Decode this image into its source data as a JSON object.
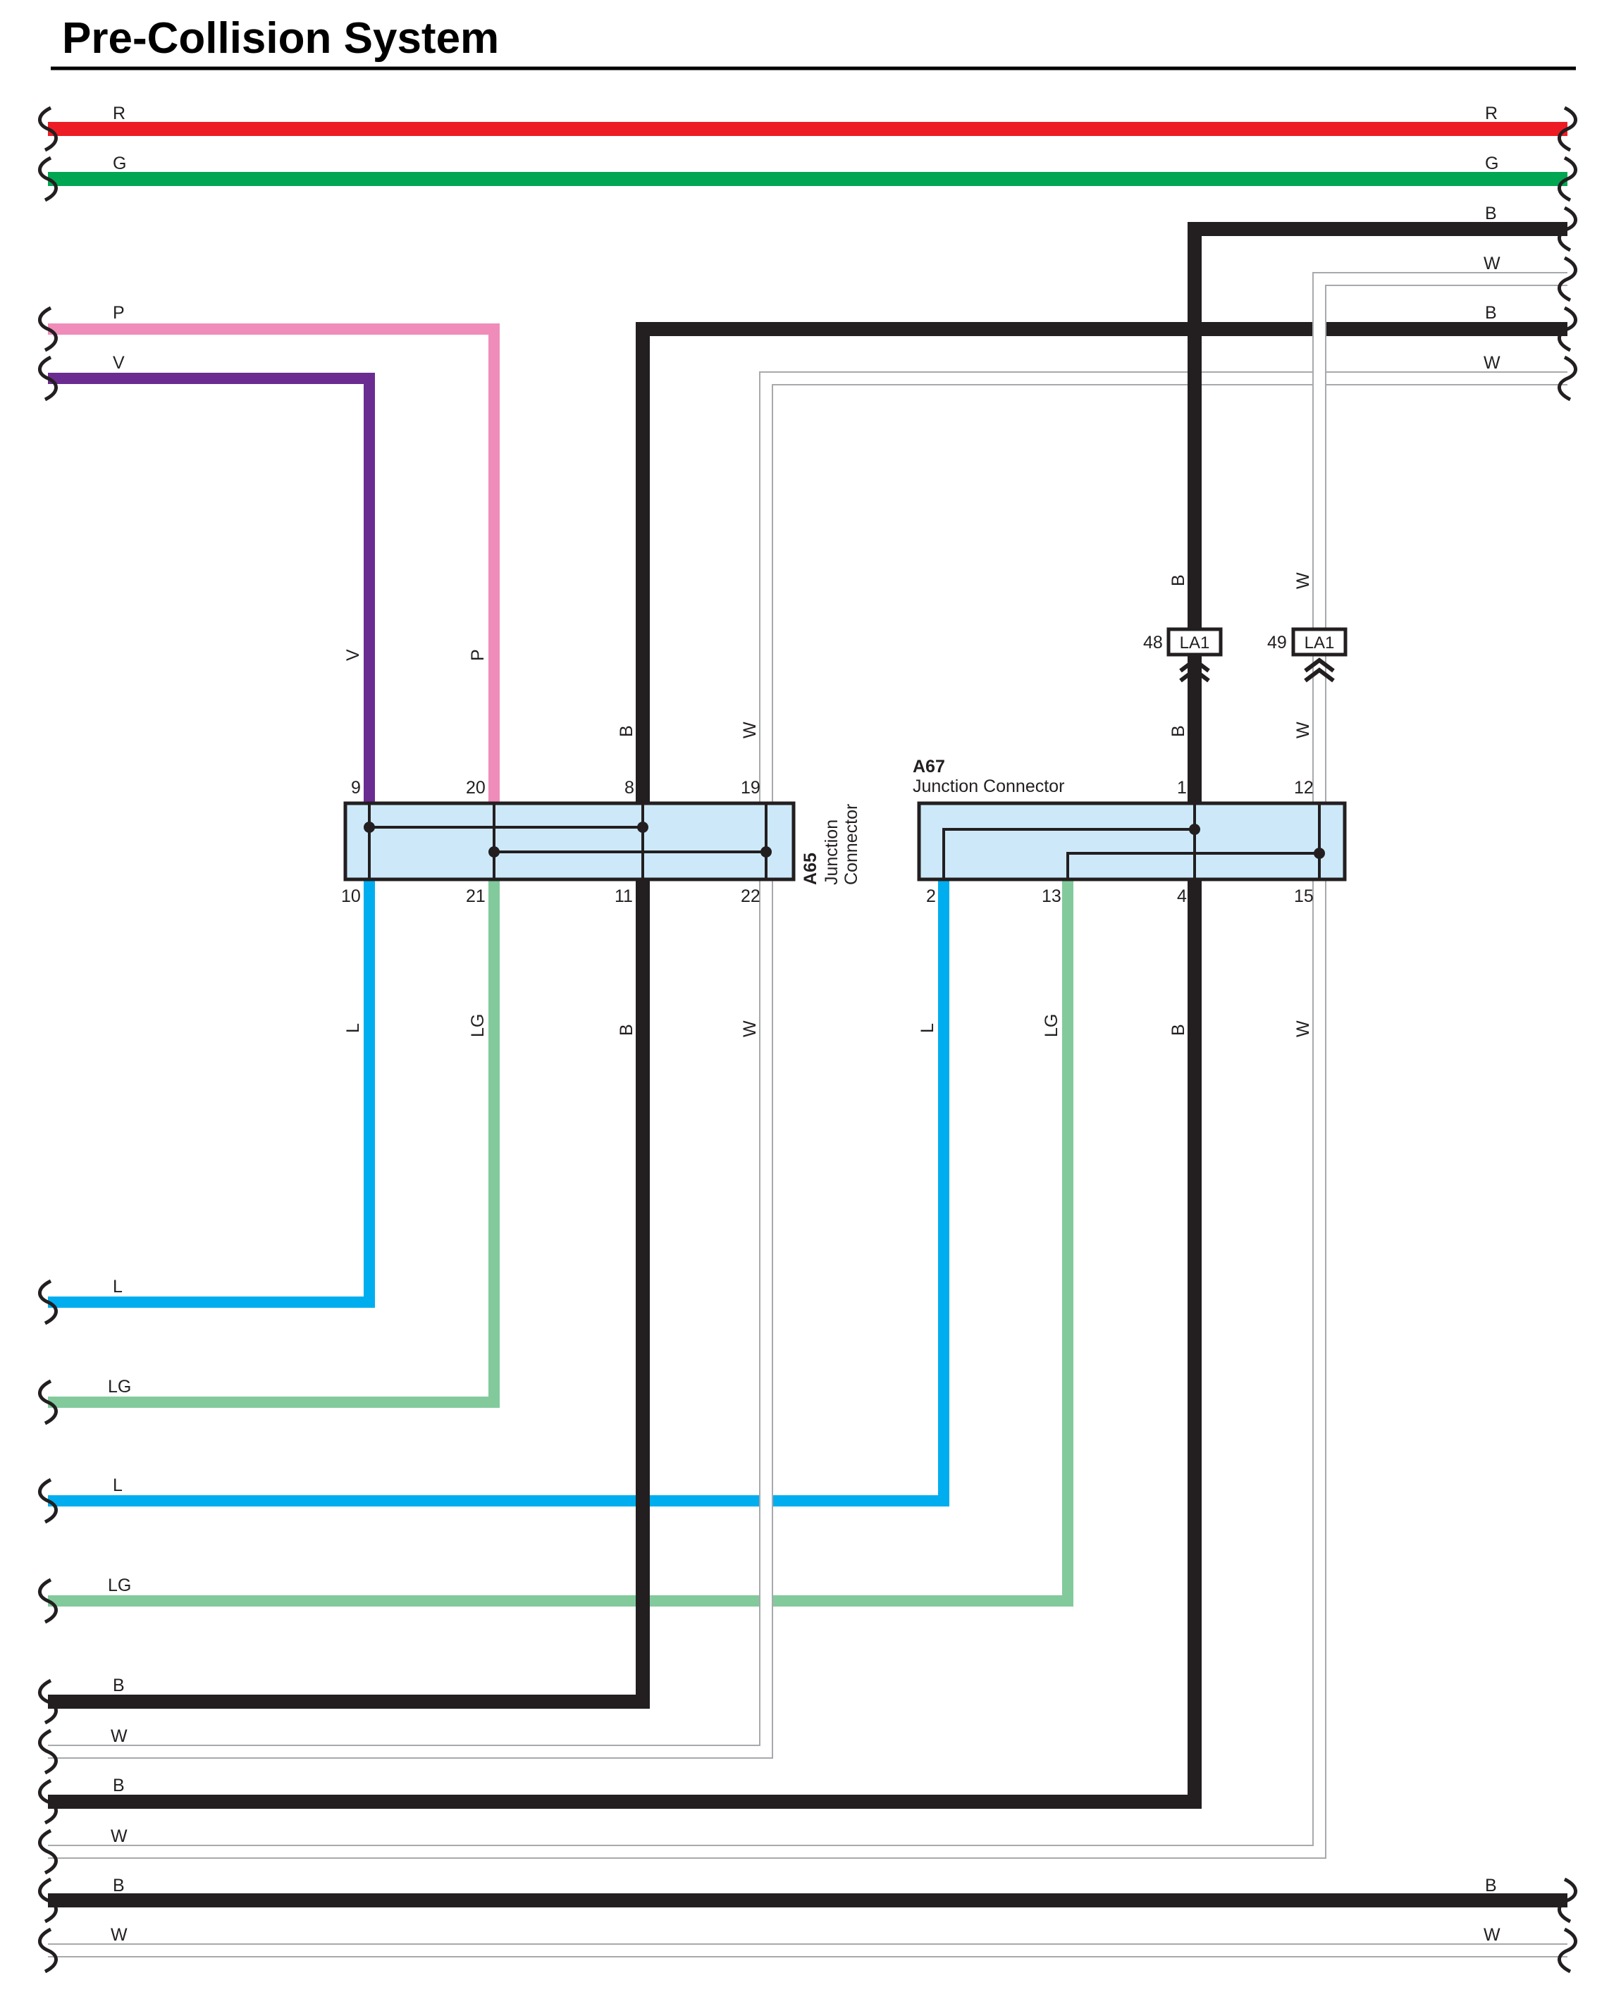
{
  "title": "Pre-Collision System",
  "colors": {
    "R": "#ED1C24",
    "G": "#00A651",
    "B": "#231F20",
    "W": "#FFFFFF",
    "W_outline": "#A7A9AC",
    "P": "#F08CBA",
    "V": "#6B2C91",
    "L": "#00AEEF",
    "LG": "#82CA9C",
    "connector_fill": "#CDE9F9"
  },
  "wire_labels": {
    "left": [
      "R",
      "G",
      "P",
      "V",
      "L",
      "LG",
      "L",
      "LG",
      "B",
      "W",
      "B",
      "W",
      "B",
      "W"
    ],
    "right": [
      "R",
      "G",
      "B",
      "W",
      "B",
      "W",
      "B",
      "W"
    ]
  },
  "connectors": [
    {
      "id": "A65",
      "name": "Junction Connector",
      "top_pins": [
        "9",
        "20",
        "8",
        "19"
      ],
      "bottom_pins": [
        "10",
        "21",
        "11",
        "22"
      ],
      "top_wires": [
        "V",
        "P",
        "B",
        "W"
      ],
      "bottom_wires": [
        "L",
        "LG",
        "B",
        "W"
      ]
    },
    {
      "id": "A67",
      "name": "Junction Connector",
      "top_pins": [
        "1",
        "12"
      ],
      "bottom_pins": [
        "2",
        "13",
        "4",
        "15"
      ],
      "top_wires": [
        "B",
        "W"
      ],
      "bottom_wires": [
        "L",
        "LG",
        "B",
        "W"
      ]
    }
  ],
  "inline_connectors": [
    {
      "id": "LA1",
      "pin": "48",
      "wire_above": "B",
      "wire_below": "B"
    },
    {
      "id": "LA1",
      "pin": "49",
      "wire_above": "W",
      "wire_below": "W"
    }
  ]
}
